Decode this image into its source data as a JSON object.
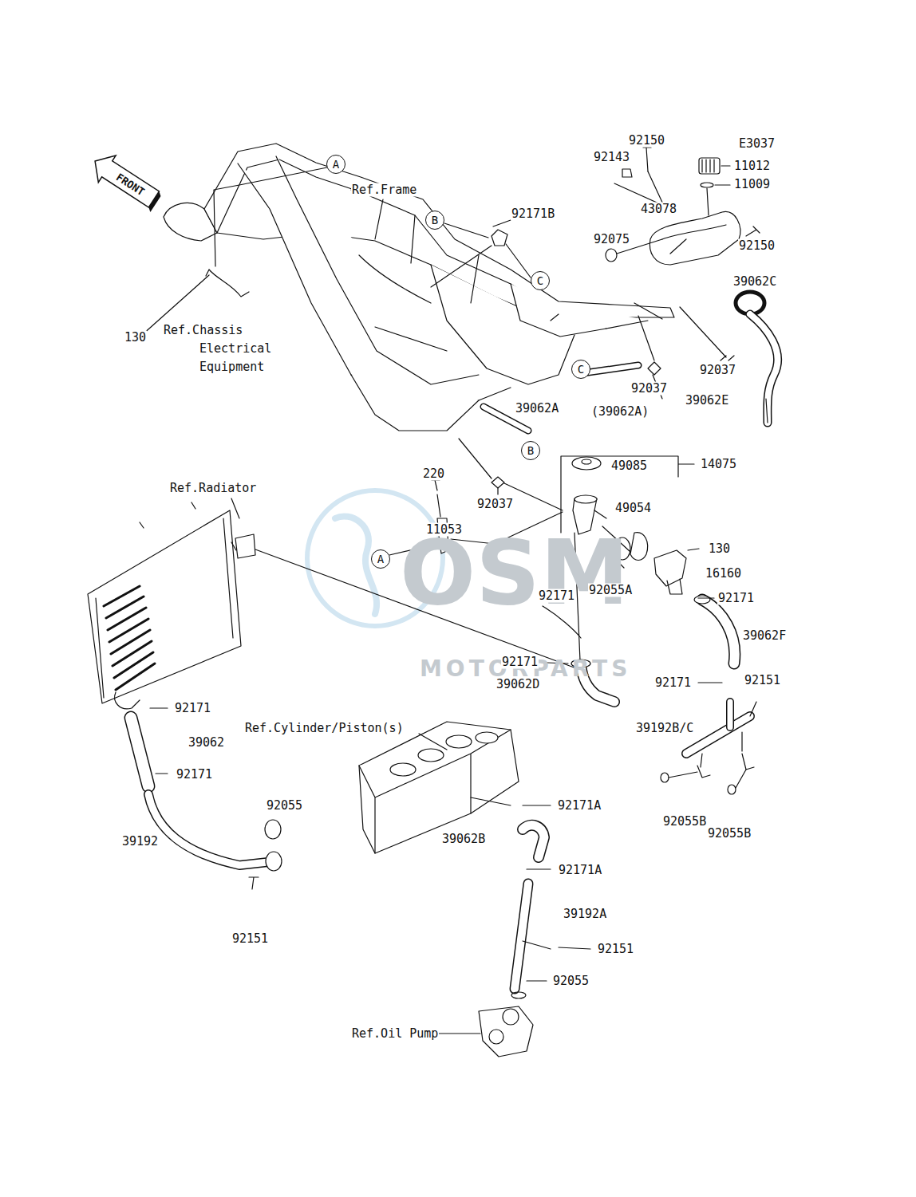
{
  "diagram": {
    "nodes": [
      {
        "text": [
          "FRONT"
        ]
      },
      {
        "text": [
          "A"
        ]
      },
      {
        "text": [
          "B"
        ]
      },
      {
        "text": [
          "C"
        ]
      },
      {
        "text": [
          "C"
        ]
      },
      {
        "text": [
          "B"
        ]
      },
      {
        "text": [
          "A"
        ]
      }
    ],
    "labels": [
      "E3037",
      "92150",
      "92143",
      "11012",
      "11009",
      "92171B",
      "Ref.Frame",
      "43078",
      "92075",
      "92150",
      "39062C",
      "130",
      "Ref.Chassis Electrical Equipment",
      "92037",
      "92037",
      "(39062A)",
      "39062E",
      "39062A",
      "49085",
      "14075",
      "220",
      "92037",
      "49054",
      "Ref.Radiator",
      "11053",
      "130",
      "16160",
      "92055A",
      "92171",
      "92171",
      "39062F",
      "92171",
      "92171",
      "92151",
      "39062D",
      "92171",
      "Ref.Cylinder/Piston(s)",
      "39192B/C",
      "39062",
      "92171",
      "92171A",
      "92055",
      "92055B",
      "92055B",
      "39062B",
      "39192",
      "92171A",
      "39192A",
      "92151",
      "92151",
      "92055",
      "Ref.Oil Pump",
      "OSM",
      "MOTORPARTS"
    ]
  }
}
